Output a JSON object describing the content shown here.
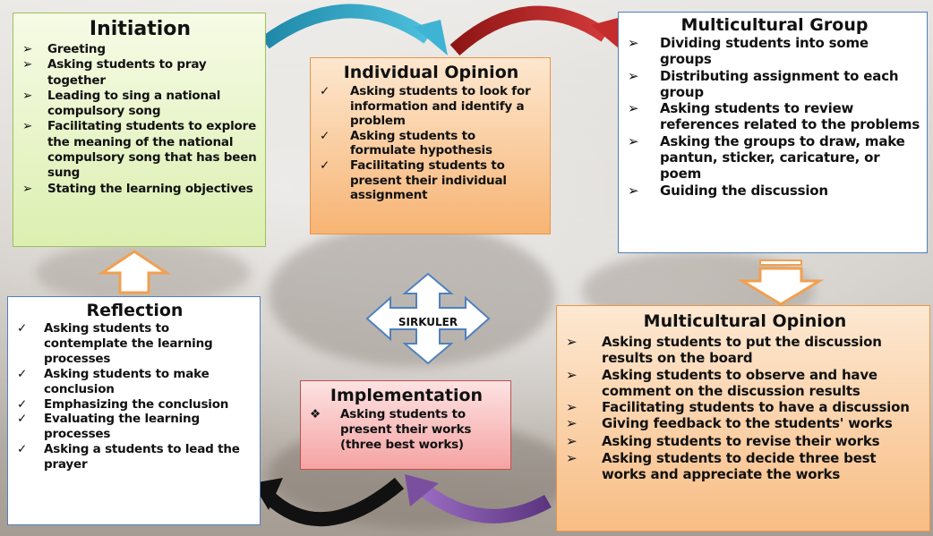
{
  "initiation": {
    "title": "Initiation",
    "items": [
      "Greeting",
      "Asking students to pray together",
      "Leading to sing a national compulsory song",
      "Facilitating students to explore the meaning of the national compulsory song that has been sung",
      "Stating the learning objectives"
    ]
  },
  "individual_opinion": {
    "title": "Individual Opinion",
    "items": [
      "Asking students to look for information and identify a problem",
      "Asking students to formulate hypothesis",
      "Facilitating students to present their individual assignment"
    ]
  },
  "multicultural_group": {
    "title": "Multicultural Group",
    "items": [
      "Dividing students into some groups",
      "Distributing assignment to each group",
      "Asking students to review references related to the problems",
      "Asking the groups to draw, make pantun, sticker, caricature, or poem",
      "Guiding the discussion"
    ]
  },
  "reflection": {
    "title": "Reflection",
    "items": [
      "Asking students to contemplate the learning processes",
      "Asking students to make conclusion",
      "Emphasizing the conclusion",
      "Evaluating the learning processes",
      "Asking a students to lead the prayer"
    ]
  },
  "implementation": {
    "title": "Implementation",
    "items": [
      "Asking students to present their works (three best works)"
    ]
  },
  "multicultural_opinion": {
    "title": "Multicultural Opinion",
    "items": [
      "Asking students to put the discussion results on the board",
      "Asking students to observe and have comment on the discussion results",
      "Facilitating students to have a discussion",
      "Giving feedback to the students' works",
      "Asking students to revise their works",
      "Asking students to decide three best works and appreciate the works"
    ]
  },
  "center": {
    "label": "SIRKULER"
  },
  "markers": {
    "arrow": "➢",
    "check": "✓",
    "diamond": "❖"
  },
  "colors": {
    "teal_arrow": "#2e9fbf",
    "red_arrow": "#b22222",
    "black_arrow": "#111111",
    "purple_arrow": "#7b4fa0",
    "orange_arrow": "#f0a050",
    "blue_outline": "#4f81bd"
  }
}
